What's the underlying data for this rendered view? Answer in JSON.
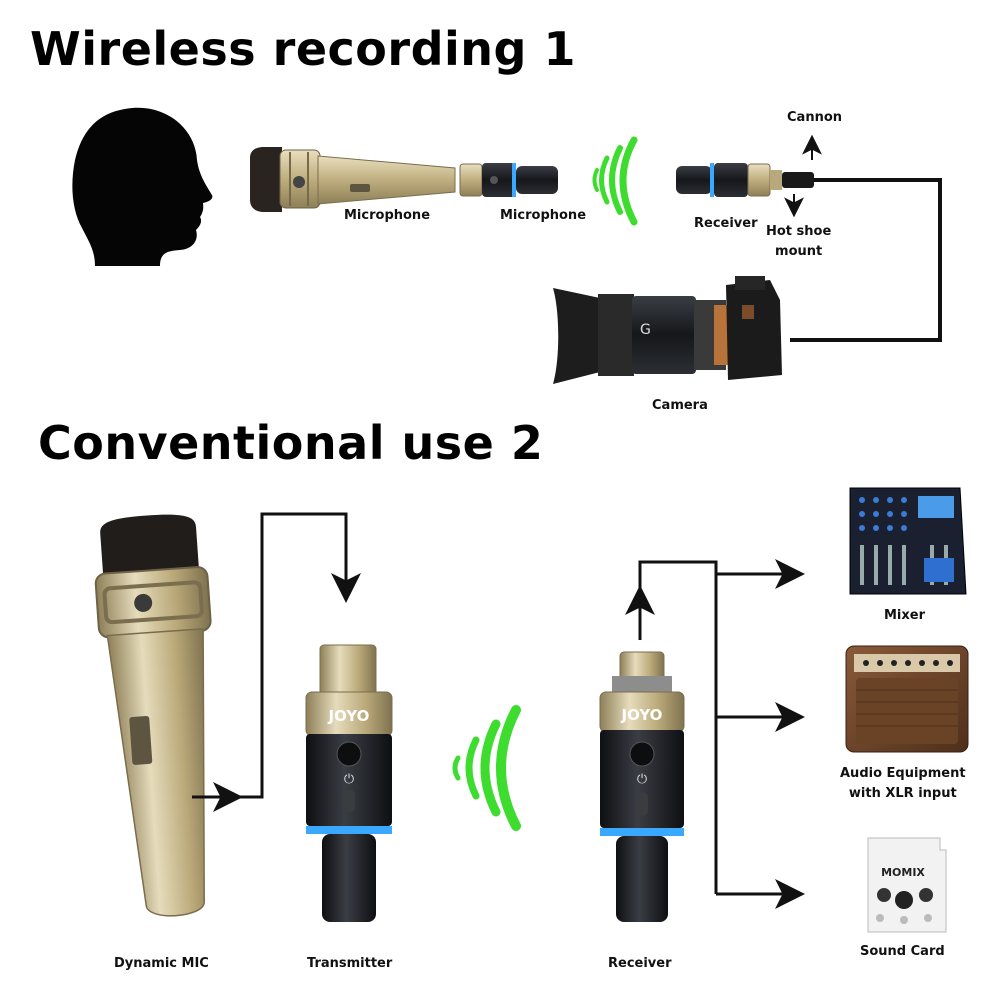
{
  "sections": {
    "section1_title": "Wireless recording 1",
    "section2_title": "Conventional use 2"
  },
  "scene1": {
    "microphone_label": "Microphone",
    "transmitter_label": "Microphone",
    "receiver_label": "Receiver",
    "cannon_label": "Cannon",
    "hotshoe_label_line1": "Hot shoe",
    "hotshoe_label_line2": "mount",
    "camera_label": "Camera"
  },
  "scene2": {
    "dynamic_mic_label": "Dynamic MIC",
    "transmitter_label": "Transmitter",
    "receiver_label": "Receiver",
    "mixer_label": "Mixer",
    "audio_label_line1": "Audio Equipment",
    "audio_label_line2": "with XLR input",
    "soundcard_label": "Sound Card"
  },
  "brand": {
    "device_brand": "JOYO",
    "soundcard_brand": "MOMIX"
  },
  "colors": {
    "wave_green": "#3ddc2f",
    "gold": "#c9b98a",
    "led_blue": "#3aa8ff",
    "device_black": "#1c1e22"
  }
}
